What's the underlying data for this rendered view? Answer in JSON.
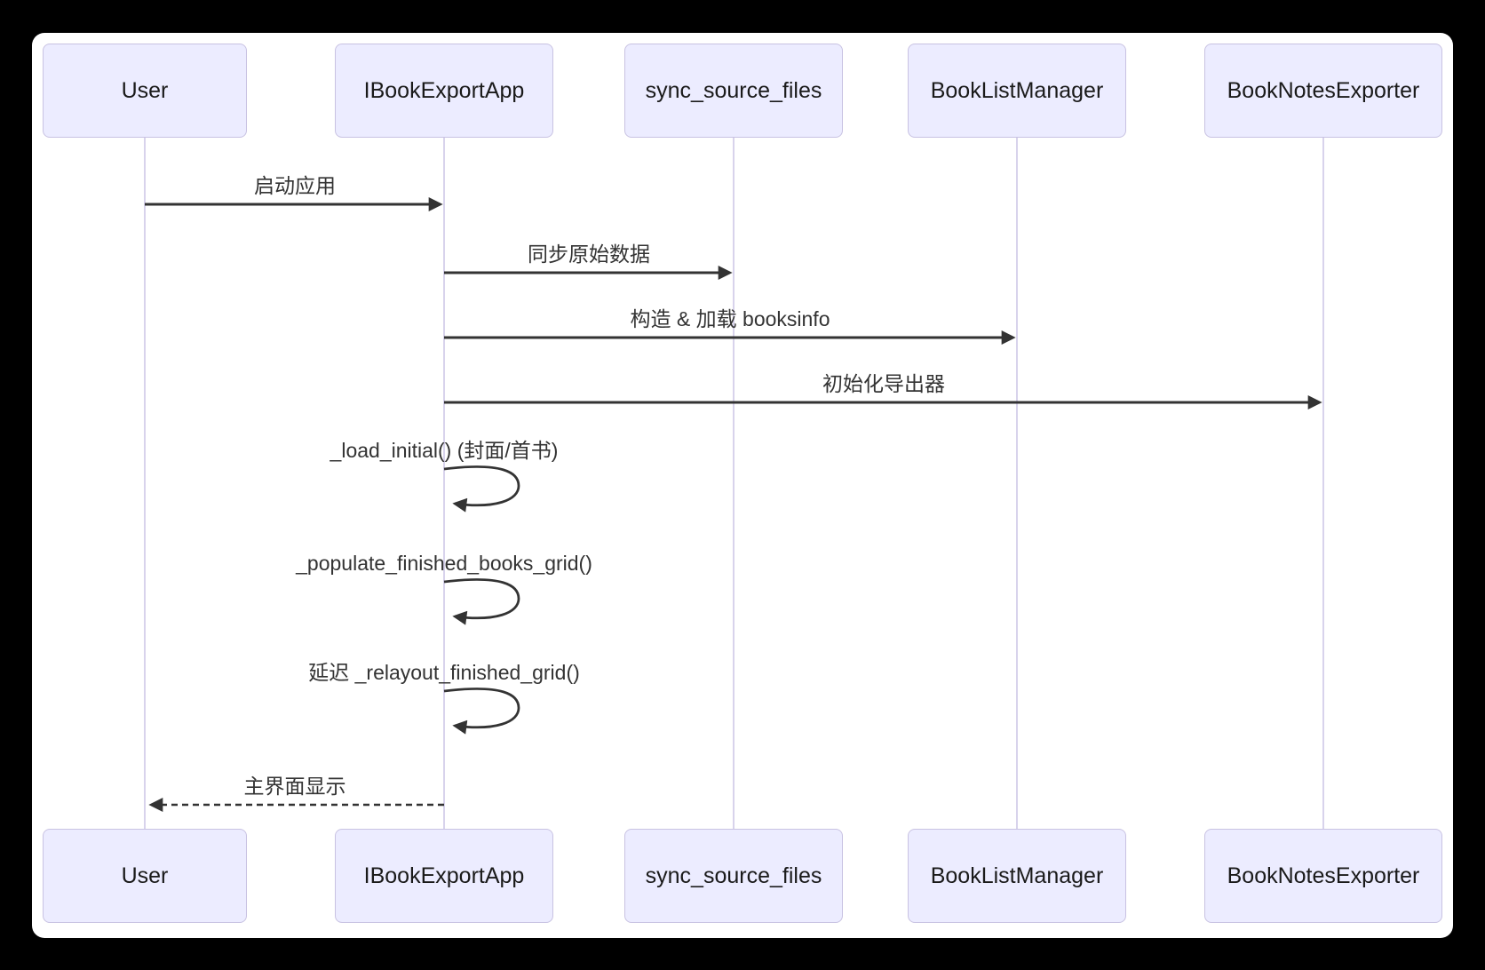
{
  "diagram": {
    "kind": "sequence-diagram",
    "actors": [
      {
        "id": "user",
        "label": "User"
      },
      {
        "id": "ibookexportapp",
        "label": "IBookExportApp"
      },
      {
        "id": "sync_source_files",
        "label": "sync_source_files"
      },
      {
        "id": "booklistmanager",
        "label": "BookListManager"
      },
      {
        "id": "booknotesexporter",
        "label": "BookNotesExporter"
      }
    ],
    "messages": [
      {
        "from": "User",
        "to": "IBookExportApp",
        "label": "启动应用",
        "style": "solid-arrow"
      },
      {
        "from": "IBookExportApp",
        "to": "sync_source_files",
        "label": "同步原始数据",
        "style": "solid-arrow"
      },
      {
        "from": "IBookExportApp",
        "to": "BookListManager",
        "label": "构造 & 加载 booksinfo",
        "style": "solid-arrow"
      },
      {
        "from": "IBookExportApp",
        "to": "BookNotesExporter",
        "label": "初始化导出器",
        "style": "solid-arrow"
      },
      {
        "from": "IBookExportApp",
        "to": "IBookExportApp",
        "label": "_load_initial() (封面/首书)",
        "style": "self-loop"
      },
      {
        "from": "IBookExportApp",
        "to": "IBookExportApp",
        "label": "_populate_finished_books_grid()",
        "style": "self-loop"
      },
      {
        "from": "IBookExportApp",
        "to": "IBookExportApp",
        "label": "延迟 _relayout_finished_grid()",
        "style": "self-loop"
      },
      {
        "from": "IBookExportApp",
        "to": "User",
        "label": "主界面显示",
        "style": "dashed-arrow"
      }
    ],
    "colors": {
      "page_background": "#000000",
      "panel_background": "#FFFFFF",
      "actor_fill": "#ECECFF",
      "actor_border": "#C8C2E2",
      "lifeline": "#D8D3EC",
      "arrow": "#333333",
      "text": "#333333"
    }
  }
}
